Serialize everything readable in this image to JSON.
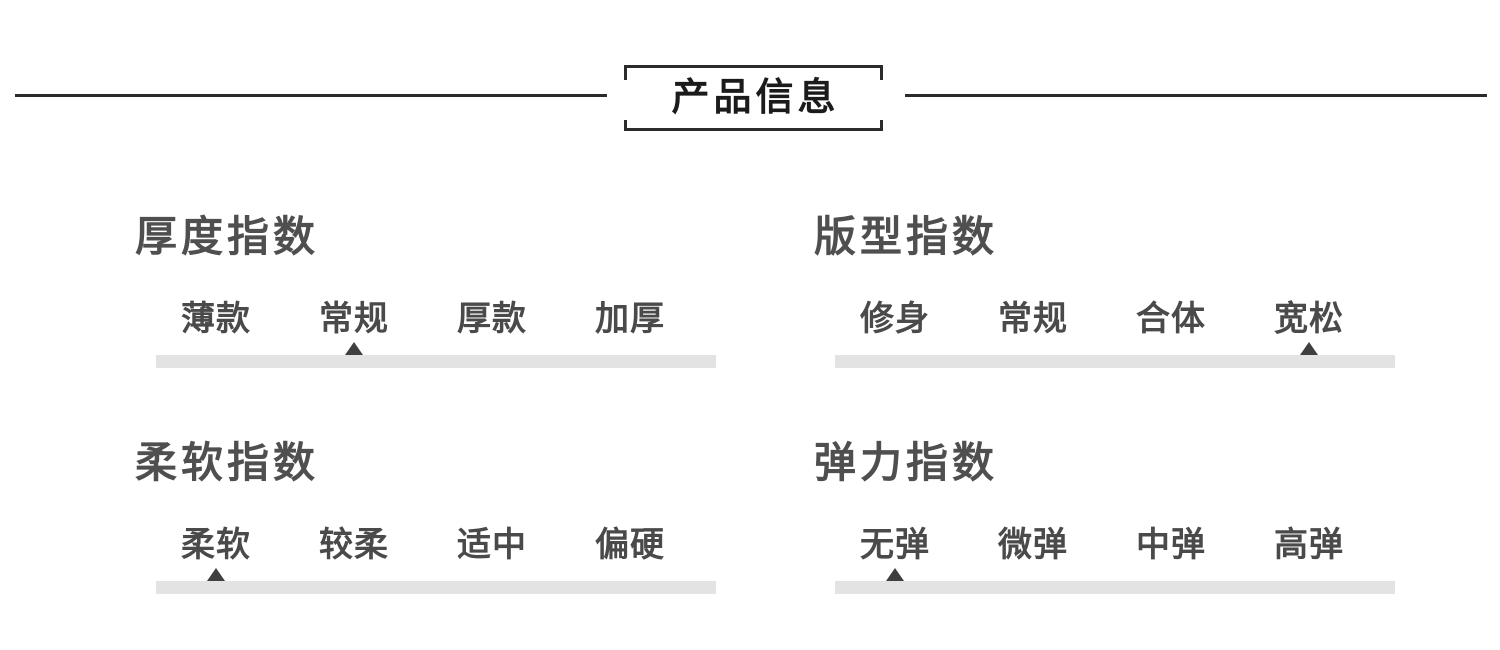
{
  "page": {
    "background": "#ffffff"
  },
  "header": {
    "title": "产品信息"
  },
  "indices": [
    {
      "key": "thickness",
      "title": "厚度指数",
      "options": [
        "薄款",
        "常规",
        "厚款",
        "加厚"
      ],
      "selected_index": 1,
      "selected_label": "常规"
    },
    {
      "key": "fit",
      "title": "版型指数",
      "options": [
        "修身",
        "常规",
        "合体",
        "宽松"
      ],
      "selected_index": 3,
      "selected_label": "宽松"
    },
    {
      "key": "softness",
      "title": "柔软指数",
      "options": [
        "柔软",
        "较柔",
        "适中",
        "偏硬"
      ],
      "selected_index": 0,
      "selected_label": "柔软"
    },
    {
      "key": "elasticity",
      "title": "弹力指数",
      "options": [
        "无弹",
        "微弹",
        "中弹",
        "高弹"
      ],
      "selected_index": 0,
      "selected_label": "无弹"
    }
  ],
  "icons": {
    "marker": "triangle-up-icon"
  },
  "colors": {
    "page_bg": "#ffffff",
    "rule": "#2b2b2b",
    "box_border": "#2b2b2b",
    "header_text": "#1b1b1b",
    "index_title": "#4f4f4f",
    "option_text": "#4a4a4a",
    "track": "#e3e3e3",
    "marker": "#3f3f3f"
  }
}
